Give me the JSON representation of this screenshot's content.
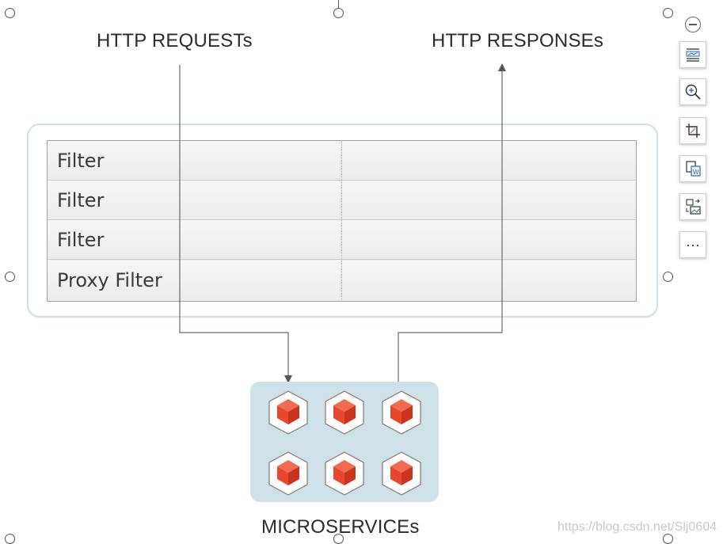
{
  "diagram": {
    "requests_title": "HTTP REQUESTs",
    "responses_title": "HTTP RESPONSEs",
    "filters": [
      "Filter",
      "Filter",
      "Filter",
      "Proxy Filter"
    ],
    "microservices_title": "MICROSERVICEs",
    "cube_count": 6
  },
  "watermark": "https://blog.csdn.net/Slj0604",
  "toolbar": {
    "buttons": [
      "collapse-icon",
      "layout-options-icon",
      "zoom-in-icon",
      "crop-icon",
      "convert-to-word-icon",
      "swap-image-icon",
      "more-icon"
    ],
    "more_label": "···"
  },
  "colors": {
    "panel_border": "#cfe0e6",
    "microservices_bg": "#cfe1e7",
    "cube_red": "#e8472f",
    "arrow": "#555555"
  }
}
